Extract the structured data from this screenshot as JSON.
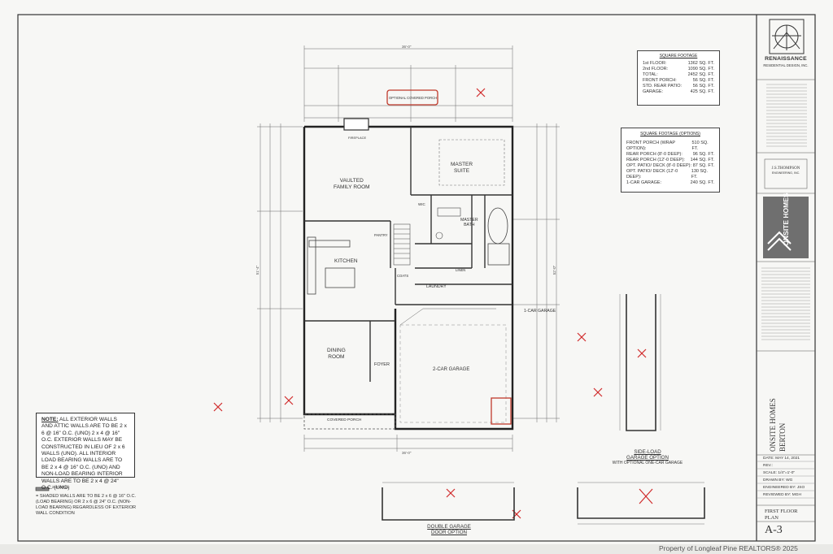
{
  "rooms": {
    "family": [
      "VAULTED",
      "FAMILY ROOM"
    ],
    "master": [
      "MASTER",
      "SUITE"
    ],
    "master_bath": [
      "MASTER",
      "BATH"
    ],
    "kitchen": "KITCHEN",
    "dining": [
      "DINING",
      "ROOM"
    ],
    "foyer": "FOYER",
    "laundry": "LAUNDRY",
    "garage": "2-CAR GARAGE",
    "garage_1car": "1-CAR GARAGE",
    "covered_porch": "COVERED PORCH",
    "optional_covered_porch": "OPTIONAL COVERED PORCH",
    "fireplace": "FIREPLACE",
    "wic": "WIC",
    "linen": "LINEN",
    "coats": "COATS",
    "pantry": "PANTRY"
  },
  "square_footage": {
    "title": "SQUARE FOOTAGE",
    "rows": [
      {
        "label": "1st FLOOR:",
        "value": "1362 SQ. FT."
      },
      {
        "label": "2nd FLOOR:",
        "value": "1090 SQ. FT."
      },
      {
        "label": "TOTAL:",
        "value": "2452 SQ. FT."
      },
      {
        "label": "FRONT PORCH:",
        "value": "56 SQ. FT."
      },
      {
        "label": "STD. REAR PATIO:",
        "value": "56 SQ. FT."
      },
      {
        "label": "GARAGE:",
        "value": "425 SQ. FT."
      }
    ]
  },
  "square_footage_options": {
    "title": "SQUARE FOOTAGE (OPTIONS)",
    "rows": [
      {
        "label": "FRONT PORCH (WRAP OPTION):",
        "value": "510 SQ. FT."
      },
      {
        "label": "REAR PORCH (8'-0 DEEP):",
        "value": "96 SQ. FT."
      },
      {
        "label": "REAR PORCH (12'-0 DEEP):",
        "value": "144 SQ. FT."
      },
      {
        "label": "OPT. PATIO/ DECK (8'-0 DEEP):",
        "value": "87 SQ. FT."
      },
      {
        "label": "OPT. PATIO/ DECK (12'-0 DEEP):",
        "value": "130 SQ. FT."
      },
      {
        "label": "1-CAR GARAGE:",
        "value": "240 SQ. FT."
      }
    ]
  },
  "note": {
    "heading": "NOTE:",
    "body": " ALL EXTERIOR WALLS AND ATTIC WALLS ARE TO BE 2 x 6 @ 16\" O.C. (UNO) 2 x 4 @ 16\" O.C. EXTERIOR WALLS MAY BE CONSTRUCTED IN LIEU OF 2 x 6 WALLS (UNO). ALL INTERIOR LOAD BEARING WALLS ARE TO BE 2 x 4 @ 16\" O.C. (UNO) AND NON-LOAD BEARING INTERIOR WALLS ARE TO BE 2 x 4 @ 24\" O.C. (UNO)"
  },
  "legend": {
    "wall_label": "2x6 WALL",
    "shaded_note": "= SHADED WALLS ARE TO BE 2 x 6 @ 16\" O.C. (LOAD BEARING) OR 2 x 6 @ 24\" O.C. (NON-LOAD BEARING) REGARDLESS OF EXTERIOR WALL CONDITION"
  },
  "garage_options": {
    "side_load": [
      "SIDE-LOAD",
      "GARAGE OPTION",
      "WITH OPTIONAL ONE-CAR GARAGE"
    ],
    "double_door": [
      "DOUBLE GARAGE",
      "DOOR OPTION"
    ]
  },
  "title_block": {
    "firm_name": "RENAISSANCE",
    "firm_sub": "RESIDENTIAL DESIGN, INC.",
    "engineer": "J.S.THOMPSON",
    "engineer_sub": "ENGINEERING, INC.",
    "builder_logo": "ONSITE HOMES",
    "project_builder": "ONSITE HOMES",
    "project_name": "BERTON",
    "date": "DATE: MAY 14, 2021",
    "rev": "REV.:",
    "scale": "SCALE: 1/4\"=1'-0\"",
    "drawn_by": "DRAWN BY: WG",
    "engineered_by": "ENGINEERED BY: JSO",
    "reviewed_by": "REVIEWED BY: MGH",
    "sheet_title": [
      "FIRST FLOOR",
      "PLAN"
    ],
    "sheet_number": "A-3"
  },
  "dimensions": {
    "overall": "36'-0\"",
    "left_total": "51'-4\"",
    "right_total": "52'-0\"",
    "bottom_total": "36'-0\""
  },
  "watermark": "Property of Longleaf Pine REALTORS®  2025"
}
